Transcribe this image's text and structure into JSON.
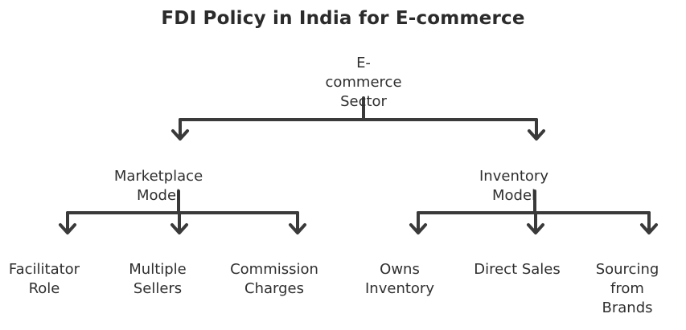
{
  "title": "FDI Policy in India for E-commerce",
  "root": {
    "label": "E-\ncommerce\nSector"
  },
  "branches": [
    {
      "label": "Marketplace\nModel",
      "children": [
        "Facilitator\nRole",
        "Multiple\nSellers",
        "Commission\nCharges"
      ]
    },
    {
      "label": "Inventory\nModel",
      "children": [
        "Owns\nInventory",
        "Direct Sales",
        "Sourcing\nfrom\nBrands"
      ]
    }
  ],
  "colors": {
    "line": "#3a3a3a",
    "text": "#2f2f2f"
  }
}
